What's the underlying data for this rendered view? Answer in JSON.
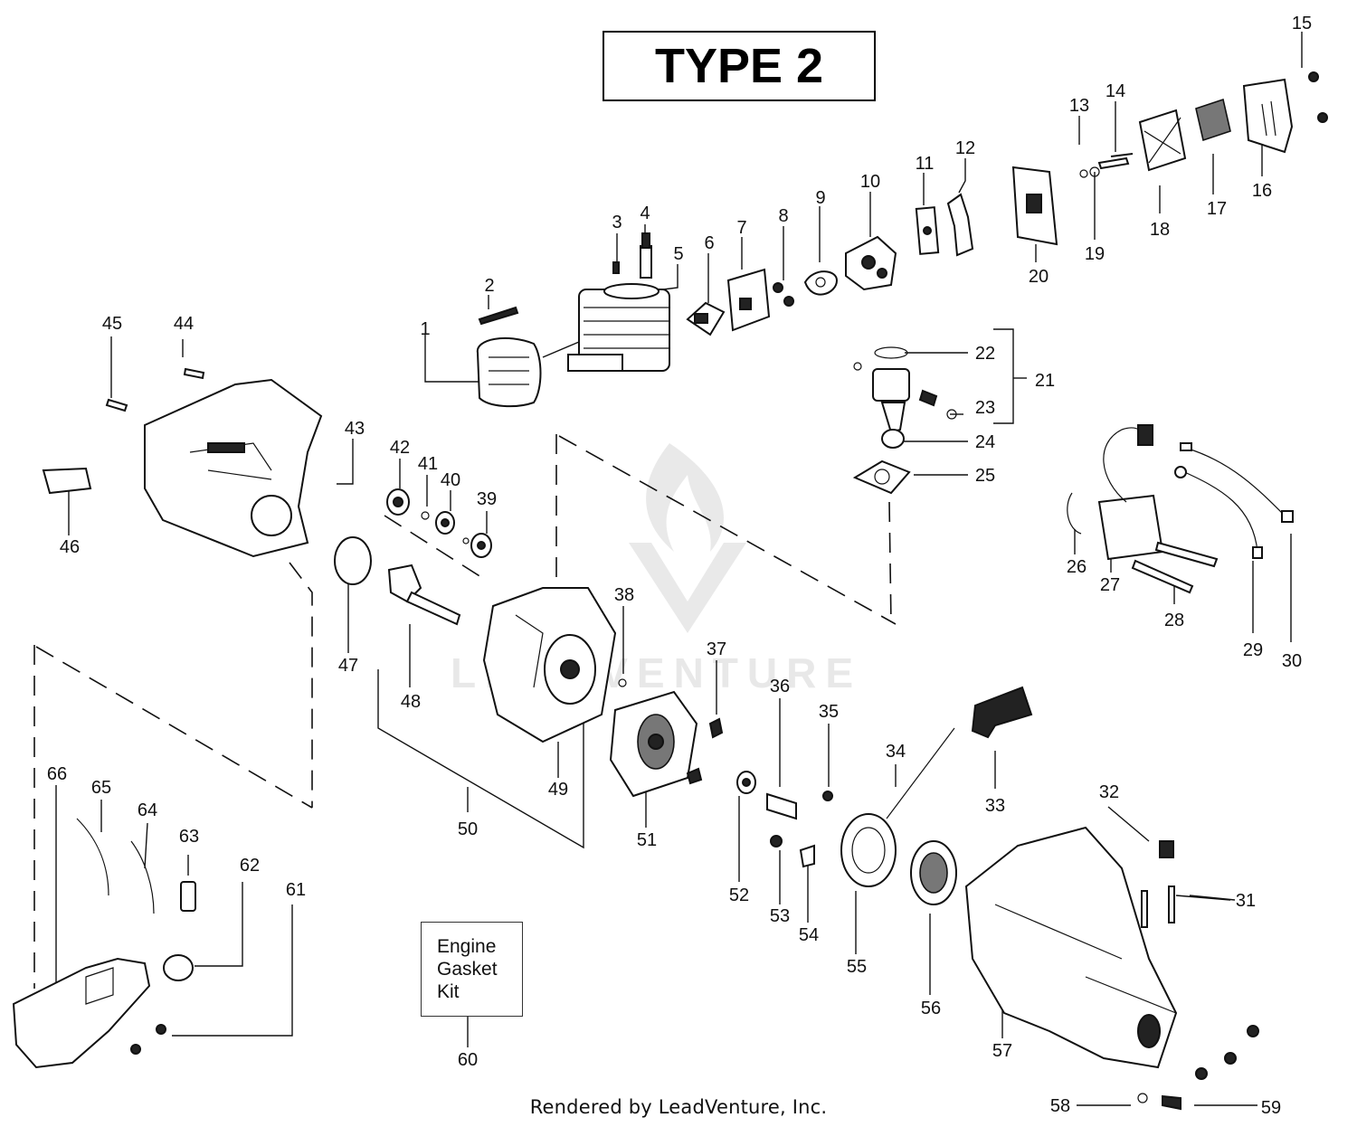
{
  "title": "TYPE 2",
  "kit_label": [
    "Engine",
    "Gasket",
    "Kit"
  ],
  "footer": "Rendered by LeadVenture, Inc.",
  "watermark": "LEADVENTURE",
  "callouts": [
    "1",
    "2",
    "3",
    "4",
    "5",
    "6",
    "7",
    "8",
    "9",
    "10",
    "11",
    "12",
    "13",
    "14",
    "15",
    "16",
    "17",
    "18",
    "19",
    "20",
    "21",
    "22",
    "23",
    "24",
    "25",
    "26",
    "27",
    "28",
    "29",
    "30",
    "31",
    "32",
    "33",
    "34",
    "35",
    "36",
    "37",
    "38",
    "39",
    "40",
    "41",
    "42",
    "43",
    "44",
    "45",
    "46",
    "47",
    "48",
    "49",
    "50",
    "51",
    "52",
    "53",
    "54",
    "55",
    "56",
    "57",
    "58",
    "59",
    "60",
    "61",
    "62",
    "63",
    "64",
    "65",
    "66"
  ]
}
